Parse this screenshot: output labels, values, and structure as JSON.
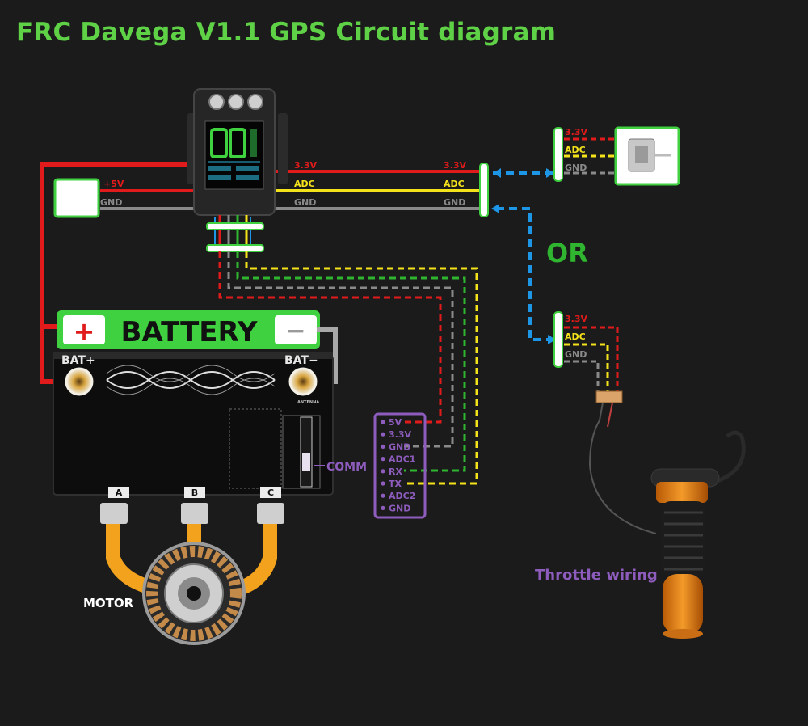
{
  "title": "FRC Davega V1.1 GPS Circuit diagram",
  "colors": {
    "background": "#1b1b1b",
    "title": "#5fd146",
    "red_wire": "#e11b1b",
    "yellow_wire": "#f4e21a",
    "grey_wire": "#8a8a8a",
    "green_wire": "#2fb52f",
    "blue_arrow": "#1e96e6",
    "comm_purple": "#8d5cbd",
    "battery_green": "#3fd13f",
    "motor_orange": "#f2a21c"
  },
  "power_labels": {
    "plus5v": "+5V",
    "gnd": "GND"
  },
  "main_wires": {
    "v33": "3.3V",
    "adc": "ADC",
    "gnd": "GND"
  },
  "main_wires_right": {
    "v33": "3.3V",
    "adc": "ADC",
    "gnd": "GND"
  },
  "sensor_top": {
    "v33": "3.3V",
    "adc": "ADC",
    "gnd": "GND"
  },
  "sensor_bottom": {
    "v33": "3.3V",
    "adc": "ADC",
    "gnd": "GND"
  },
  "or_label": "OR",
  "battery": {
    "label": "BATTERY",
    "plus": "+",
    "minus": "−"
  },
  "controller": {
    "bat_plus": "BAT+",
    "bat_minus": "BAT−",
    "antenna": "ANTENNA",
    "phases": [
      "A",
      "B",
      "C"
    ]
  },
  "comm": {
    "label": "COMM",
    "pins": [
      "5V",
      "3.3V",
      "GND",
      "ADC1",
      "RX",
      "TX",
      "ADC2",
      "GND"
    ]
  },
  "motor_label": "MOTOR",
  "throttle_label": "Throttle wiring"
}
